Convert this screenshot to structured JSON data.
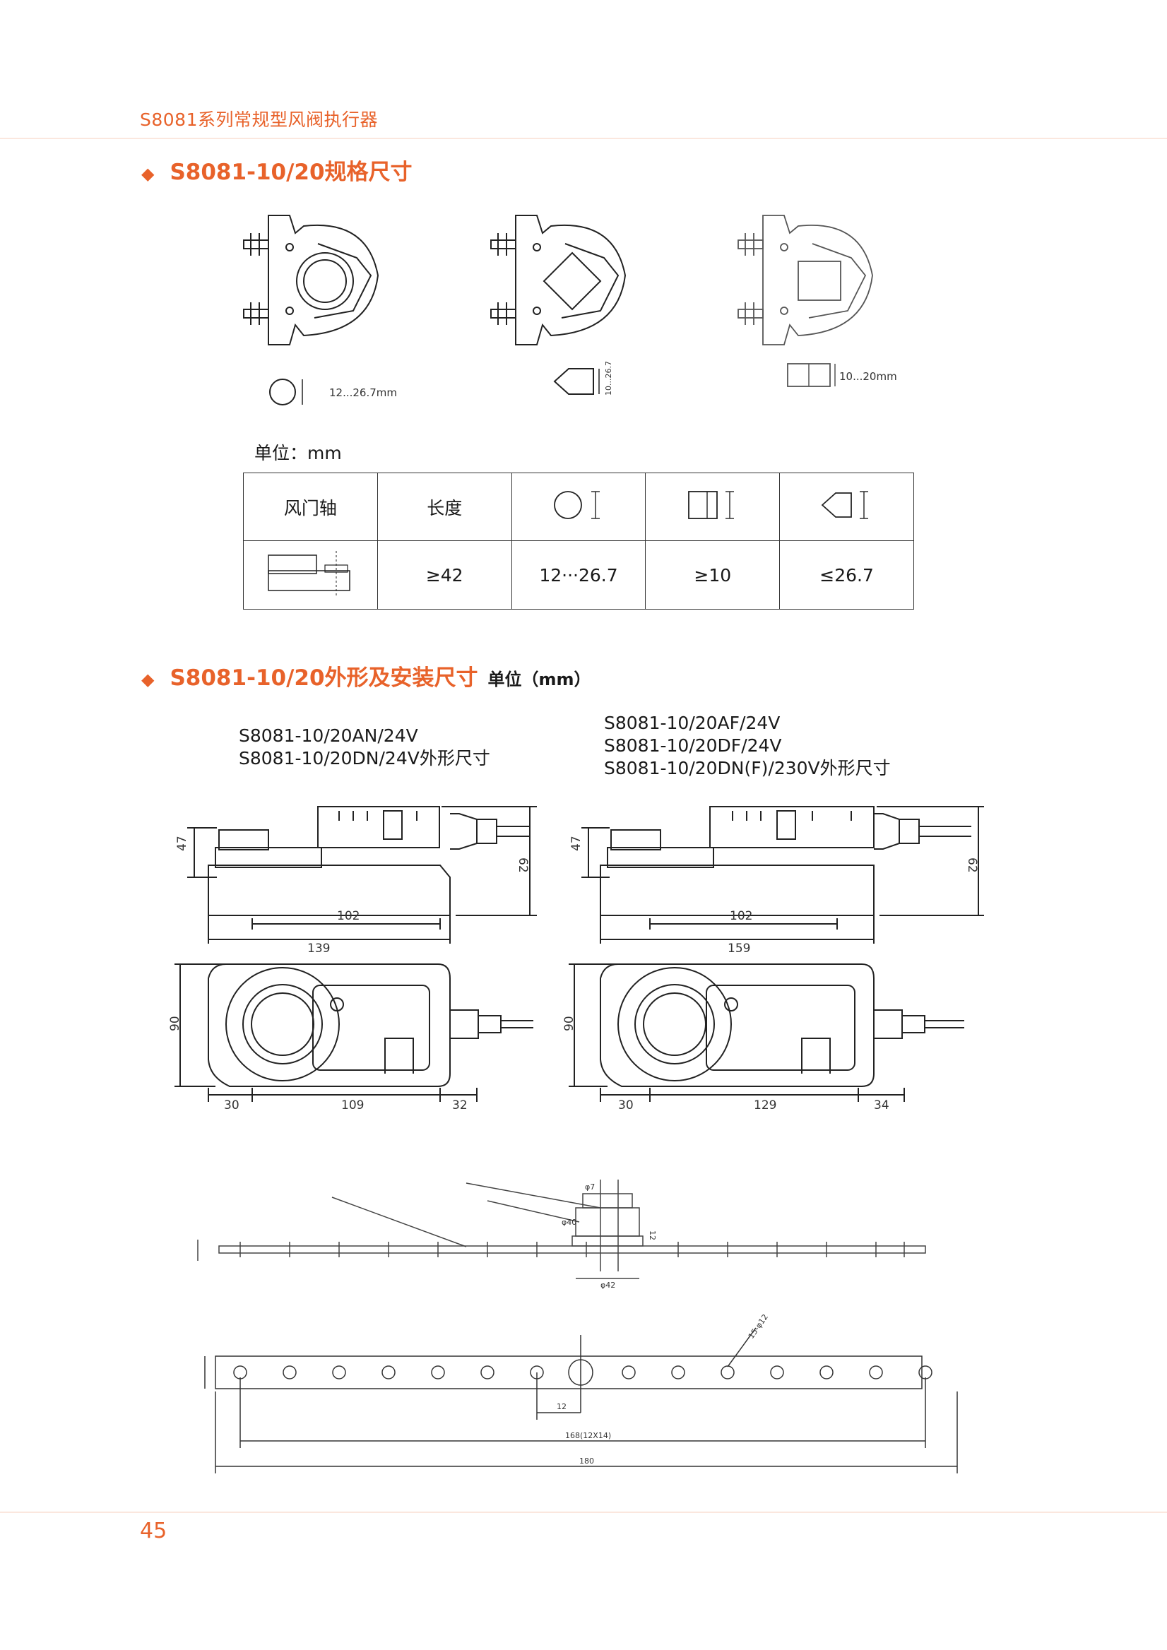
{
  "header": {
    "series_title": "S8081系列常规型风阀执行器"
  },
  "section1": {
    "marker": "◆",
    "title": "S8081-10/20规格尺寸"
  },
  "shaft_drawings": {
    "round_label": "12...26.7mm",
    "diamond_label": "10...26.7",
    "square_label": "10...20mm"
  },
  "spec_table": {
    "unit_label": "单位：mm",
    "headers": {
      "shaft": "风门轴",
      "length": "长度"
    },
    "row": {
      "length": "≥42",
      "round": "12···26.7",
      "square": "≥10",
      "diamond": "≤26.7"
    }
  },
  "section2": {
    "marker": "◆",
    "title": "S8081-10/20外形及安装尺寸",
    "unit": "单位（mm）"
  },
  "outline_left": {
    "models": [
      "S8081-10/20AN/24V",
      "S8081-10/20DN/24V外形尺寸"
    ],
    "dims": {
      "h47": "47",
      "h62": "62",
      "w102": "102",
      "w139": "139",
      "h90": "90",
      "w30": "30",
      "w109": "109",
      "w32": "32"
    }
  },
  "outline_right": {
    "models": [
      "S8081-10/20AF/24V",
      "S8081-10/20DF/24V",
      "S8081-10/20DN(F)/230V外形尺寸"
    ],
    "dims": {
      "h47": "47",
      "h62": "62",
      "w102": "102",
      "w159": "159",
      "h90": "90",
      "w30": "30",
      "w129": "129",
      "w34": "34"
    }
  },
  "bracket": {
    "dims": {
      "d7": "φ7",
      "d40": "φ40",
      "d42": "φ42",
      "d12": "12",
      "w12": "12",
      "w168": "168(12X14)",
      "w180": "180",
      "holes": "15-φ12"
    }
  },
  "footer": {
    "page_number": "45"
  }
}
